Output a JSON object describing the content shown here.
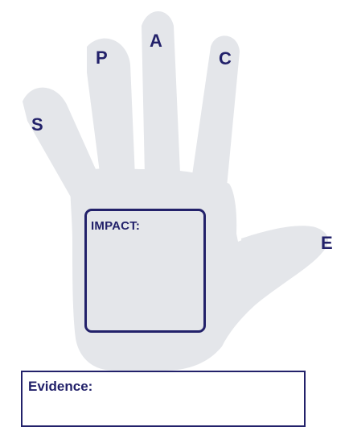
{
  "colors": {
    "hand": "#e4e6ea",
    "accent": "#22216a"
  },
  "fingers": {
    "s": "S",
    "p": "P",
    "a": "A",
    "c": "C",
    "e": "E"
  },
  "impact": {
    "label": "IMPACT:"
  },
  "evidence": {
    "label": "Evidence:"
  }
}
